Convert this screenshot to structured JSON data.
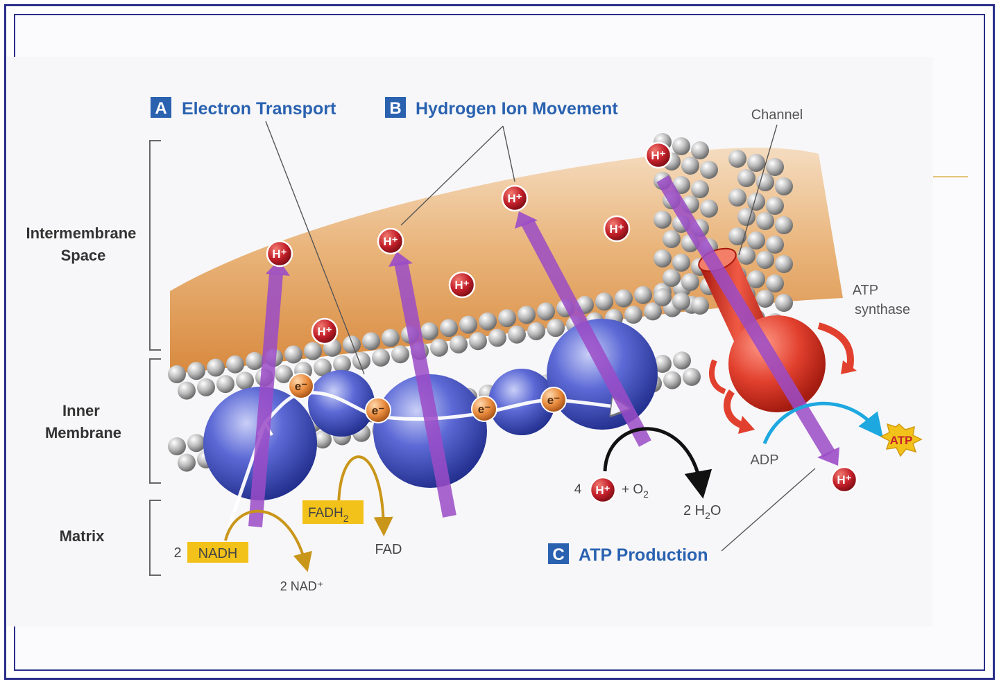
{
  "regions": {
    "intermembrane": [
      "Intermembrane",
      "Space"
    ],
    "inner_membrane": [
      "Inner",
      "Membrane"
    ],
    "matrix": "Matrix"
  },
  "steps": [
    {
      "letter": "A",
      "title": "Electron Transport"
    },
    {
      "letter": "B",
      "title": "Hydrogen Ion Movement"
    },
    {
      "letter": "C",
      "title": "ATP Production"
    }
  ],
  "labels": {
    "channel": "Channel",
    "atp_synthase": [
      "ATP",
      "synthase"
    ],
    "adp": "ADP",
    "atp": "ATP",
    "nadh_coef": "2",
    "nadh": "NADH",
    "nad_plus": "2 NAD⁺",
    "fadh2": "FADH",
    "fadh2_sub": "2",
    "fad": "FAD",
    "proton_coef": "4",
    "plus_o2": "+ O",
    "o2_sub": "2",
    "water": "2 H",
    "water_sub": "2",
    "water_o": "O",
    "hplus": "H⁺",
    "electron": "e⁻"
  },
  "colors": {
    "step_blue": "#2a62b0",
    "intermembrane_fill": "#e0a25a",
    "protein_blue": "#3e4fc0",
    "proton_red": "#c3202a",
    "arrow_purple": "#9b4cc7",
    "atp_synthase_red": "#e2402e",
    "label_yellow": "#f3c21a",
    "electron_orange": "#e88a3c",
    "cyan_arrow": "#1ea8e0"
  }
}
